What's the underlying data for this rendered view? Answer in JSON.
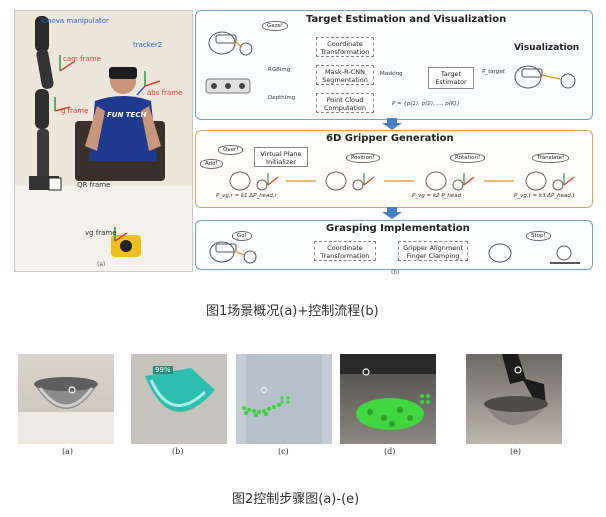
{
  "figure1": {
    "photo_labels": {
      "kinova": "kinova manipulator",
      "tracker": "tracker2",
      "cam": "cam frame",
      "abs": "abs frame",
      "g": "g frame",
      "vg": "vg frame",
      "qr": "QR frame",
      "shirt": "FUN TECH",
      "sub_a": "(a)"
    },
    "sections": {
      "target": "Target Estimation and Visualization",
      "gripper": "6D Gripper Generation",
      "grasping": "Grasping Implementation",
      "visualization": "Visualization"
    },
    "boxes": {
      "coord1": "Coordinate Transformation",
      "maskrcnn": "Mask-R-CNN Segmentation",
      "pointcloud": "Point Cloud Computation",
      "target_est": "Target Estimator",
      "masking": "Masking",
      "vplane": "Virtual Plane Initializer",
      "coord2": "Coordinate Transformation",
      "gripper_align": "Gripper Alignment Finger Clamping"
    },
    "bubbles": {
      "gaze": "Gaze!",
      "over": "Over!",
      "add": "Add!",
      "position": "Position!",
      "rotation": "Rotation!",
      "translate": "Translate!",
      "go": "Go!",
      "stop": "Stop!"
    },
    "small_text": {
      "rgbimg": "RGBimg",
      "depthimg": "DepthImg",
      "p_target": "P_target",
      "set_p": "P = {p(1), p(2), ..., p(K)}",
      "f1": "P_vg,r = k1 ΔP_head,r",
      "f2": "P_vg = k2 P_head",
      "f3": "P_vg,t = k3 ΔP_head,t",
      "sub_b": "(b)"
    },
    "caption": "图1场景概况(a)+控制流程(b)"
  },
  "figure2": {
    "overlay_pct": "99%",
    "subfigs": [
      "(a)",
      "(b)",
      "(c)",
      "(d)",
      "(e)"
    ],
    "caption": "图2控制步骤图(a)-(e)"
  }
}
